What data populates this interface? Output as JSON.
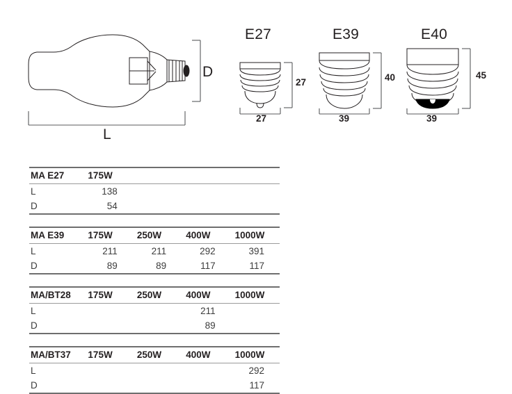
{
  "main_lamp": {
    "length_label": "L",
    "diameter_label": "D"
  },
  "bases": [
    {
      "name": "E27",
      "height": "27",
      "width": "27",
      "icon": "lamp-base-e27-icon"
    },
    {
      "name": "E39",
      "height": "40",
      "width": "39",
      "icon": "lamp-base-e39-icon"
    },
    {
      "name": "E40",
      "height": "45",
      "width": "39",
      "icon": "lamp-base-e40-icon"
    }
  ],
  "tables": [
    {
      "id": "ma-e27",
      "headers": [
        "MA E27",
        "175W",
        "",
        "",
        ""
      ],
      "rows": [
        {
          "label": "L",
          "values": [
            "138",
            "",
            "",
            ""
          ]
        },
        {
          "label": "D",
          "values": [
            "54",
            "",
            "",
            ""
          ]
        }
      ]
    },
    {
      "id": "ma-e39",
      "headers": [
        "MA E39",
        "175W",
        "250W",
        "400W",
        "1000W"
      ],
      "rows": [
        {
          "label": "L",
          "values": [
            "211",
            "211",
            "292",
            "391"
          ]
        },
        {
          "label": "D",
          "values": [
            "89",
            "89",
            "117",
            "117"
          ]
        }
      ]
    },
    {
      "id": "ma-bt28",
      "headers": [
        "MA/BT28",
        "175W",
        "250W",
        "400W",
        "1000W"
      ],
      "rows": [
        {
          "label": "L",
          "values": [
            "",
            "",
            "211",
            ""
          ]
        },
        {
          "label": "D",
          "values": [
            "",
            "",
            "89",
            ""
          ]
        }
      ]
    },
    {
      "id": "ma-bt37",
      "headers": [
        "MA/BT37",
        "175W",
        "250W",
        "400W",
        "1000W"
      ],
      "rows": [
        {
          "label": "L",
          "values": [
            "",
            "",
            "",
            "292"
          ]
        },
        {
          "label": "D",
          "values": [
            "",
            "",
            "",
            "117"
          ]
        }
      ]
    }
  ],
  "colors": {
    "line": "#231f20",
    "rule_heavy": "#6e6e6e",
    "rule_light": "#9a9a9a",
    "text": "#231f20",
    "value_text": "#3c3c3c",
    "background": "#ffffff"
  }
}
